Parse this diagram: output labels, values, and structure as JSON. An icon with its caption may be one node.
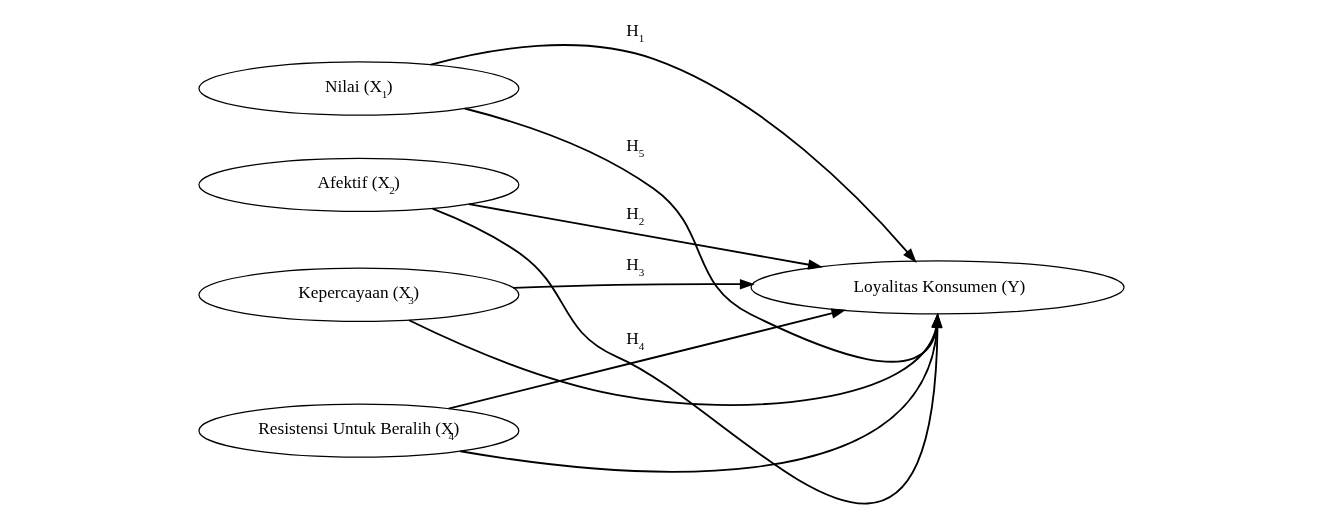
{
  "diagram": {
    "nodes": [
      {
        "text": [
          "Nilai (X$_{1}$)"
        ]
      },
      {
        "text": [
          "Afektif (X$_{2}$)"
        ]
      },
      {
        "text": [
          "Kepercayaan (X$_{3}$)"
        ]
      },
      {
        "text": [
          "Resistensi Untuk Beralih (X$_{4}$)"
        ]
      },
      {
        "text": [
          "Loyalitas Konsumen (Y)"
        ]
      }
    ],
    "edges": [
      {
        "from": 0,
        "to": 4,
        "arrow": "to",
        "label": "H$_{1}$"
      },
      {
        "from": 1,
        "to": 4,
        "arrow": "to",
        "label": "H$_{2}$"
      },
      {
        "from": 2,
        "to": 4,
        "arrow": "to",
        "label": "H$_{3}$"
      },
      {
        "from": 3,
        "to": 4,
        "arrow": "to",
        "label": "H$_{4}$"
      },
      {
        "from": 0,
        "to": 4,
        "arrow": "to",
        "label": "H$_{5}$"
      },
      {
        "from": 1,
        "to": 4,
        "arrow": "to"
      },
      {
        "from": 2,
        "to": 4,
        "arrow": "to"
      },
      {
        "from": 3,
        "to": 4,
        "arrow": "to"
      }
    ]
  }
}
